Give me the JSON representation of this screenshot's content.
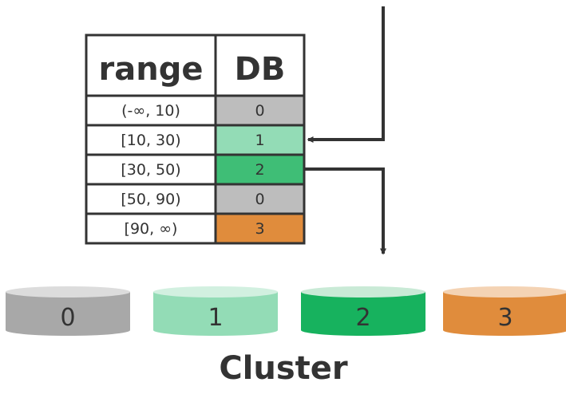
{
  "table": {
    "headers": {
      "range": "range",
      "db": "DB"
    },
    "rows": [
      {
        "range": "(-∞,  10)",
        "db": "0",
        "color": "#bdbdbd"
      },
      {
        "range": "[10,  30)",
        "db": "1",
        "color": "#93dcb6"
      },
      {
        "range": "[30,  50)",
        "db": "2",
        "color": "#3fbe76"
      },
      {
        "range": "[50,  90)",
        "db": "0",
        "color": "#bdbdbd"
      },
      {
        "range": "[90,  ∞)",
        "db": "3",
        "color": "#e08c3c"
      }
    ]
  },
  "cluster": {
    "label": "Cluster",
    "nodes": [
      {
        "label": "0",
        "color": "#a8a8a8",
        "top_color": "#dcdcdc"
      },
      {
        "label": "1",
        "color": "#93dcb6",
        "top_color": "#d2f0e0"
      },
      {
        "label": "2",
        "color": "#17b25e",
        "top_color": "#c9ead6"
      },
      {
        "label": "3",
        "color": "#e08c3c",
        "top_color": "#f4d3b4"
      }
    ]
  },
  "colors": {
    "line": "#333333",
    "text": "#333333"
  }
}
